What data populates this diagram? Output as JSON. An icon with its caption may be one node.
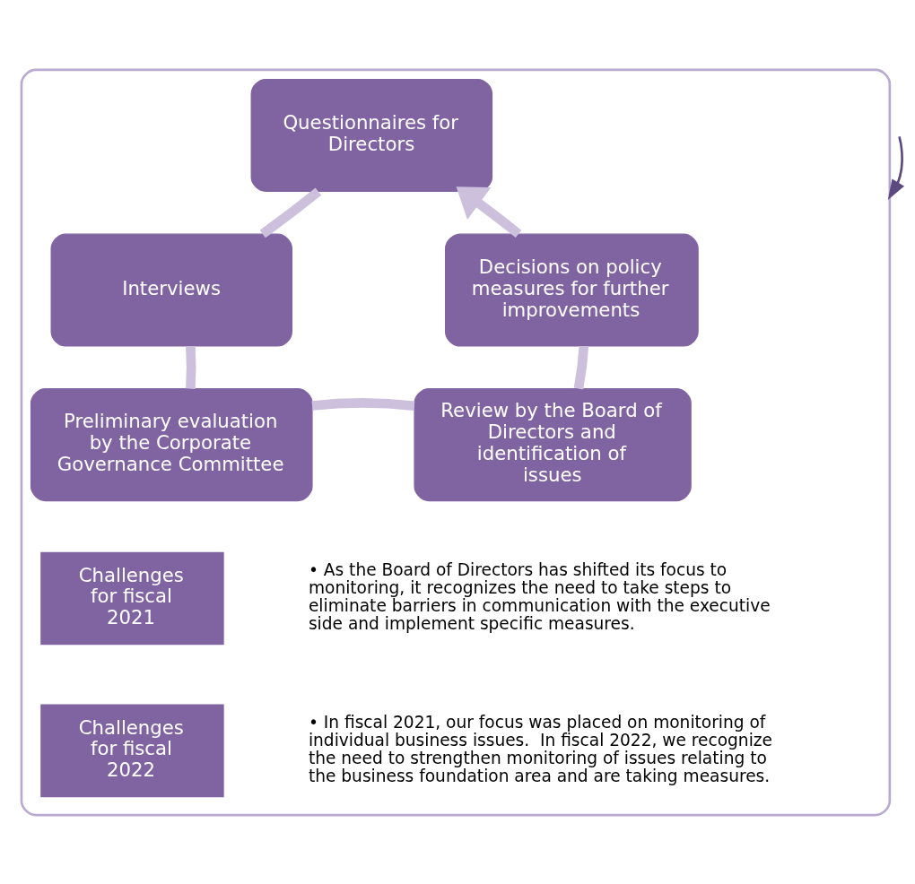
{
  "diagram": {
    "nodes": [
      {
        "text": [],
        "shape": "box"
      },
      {
        "text": [
          "Questionnaires for Directors"
        ],
        "in": 0
      },
      {
        "text": [
          "Interviews"
        ],
        "in": 0
      },
      {
        "text": [
          "Preliminary evaluation by the Corporate Governance Committee"
        ],
        "in": 0
      },
      {
        "text": [
          "Review by the Board of Directors and identification of issues"
        ],
        "in": 0
      },
      {
        "text": [
          "Decisions on policy measures for further improvements"
        ],
        "in": 0
      }
    ],
    "edges": [
      {
        "from": 1,
        "to": 2,
        "arrow": "none"
      },
      {
        "from": 2,
        "to": 3,
        "arrow": "none"
      },
      {
        "from": 3,
        "to": 4,
        "arrow": "none"
      },
      {
        "from": 4,
        "to": 5,
        "arrow": "none"
      },
      {
        "from": 5,
        "to": 1,
        "arrow": "to"
      },
      {
        "from": null,
        "to": 0,
        "arrow": "to",
        "color": "#5b4a80"
      }
    ],
    "labels": [
      "Challenges for fiscal 2021",
      "• As the Board of Directors has shifted its focus to monitoring, it recognizes the need to take steps to eliminate barriers in communication with the executive side and implement specific measures.",
      "Challenges for fiscal 2022",
      "• In fiscal 2021, our focus was placed on monitoring of individual business issues.  In fiscal 2022, we recognize the need to strengthen monitoring of issues relating to the business foundation area and are taking measures."
    ]
  }
}
